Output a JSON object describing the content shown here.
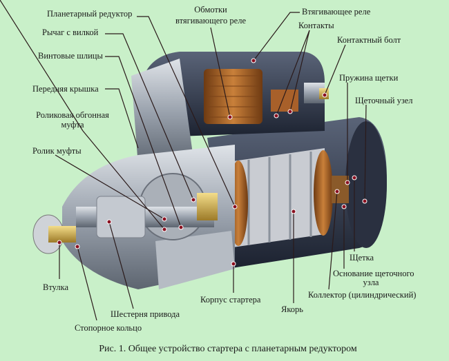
{
  "labels": {
    "planetary_gear": "Планетарный редуктор",
    "relay_windings_1": "Обмотки",
    "relay_windings_2": "втягивающего реле",
    "solenoid_relay": "Втягивающее реле",
    "contacts": "Контакты",
    "contact_bolt": "Контактный болт",
    "fork_lever": "Рычаг с вилкой",
    "helical_splines": "Винтовые шлицы",
    "front_cover": "Передняя крышка",
    "overrunning_clutch_1": "Роликовая обгонная",
    "overrunning_clutch_2": "муфта",
    "clutch_roller": "Ролик муфты",
    "brush_spring": "Пружина щетки",
    "brush_assembly": "Щеточный узел",
    "brush": "Щетка",
    "brush_base_1": "Основание щеточного",
    "brush_base_2": "узла",
    "commutator": "Коллектор (цилиндрический)",
    "bushing": "Втулка",
    "starter_housing": "Корпус стартера",
    "armature": "Якорь",
    "drive_gear": "Шестерня привода",
    "retaining_ring": "Стопорное кольцо"
  },
  "caption": "Рис. 1. Общее устройство стартера с планетарным редуктором",
  "colors": {
    "background": "#c9f0c9",
    "marker": "#8a1020",
    "copper": "#b06a2a"
  }
}
